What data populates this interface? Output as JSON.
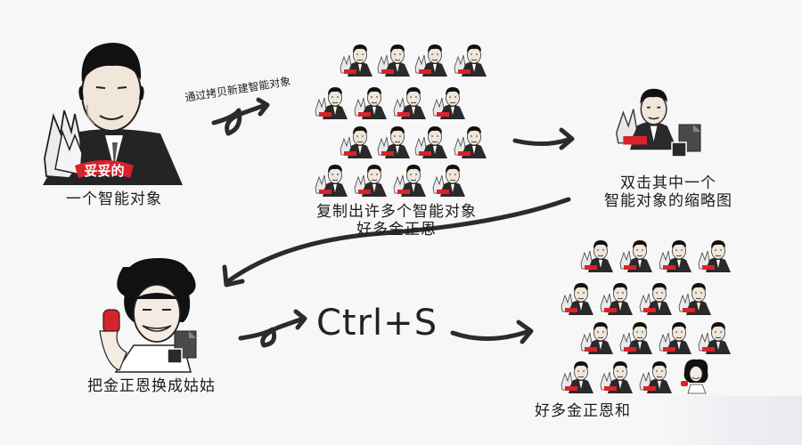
{
  "labels": {
    "single": "一个智能对象",
    "copy_note": "通过拷贝新建智能对象",
    "copies_line1": "复制出许多个智能对象",
    "copies_line2": "好多金正恩",
    "dblclick_line1": "双击其中一个",
    "dblclick_line2": "智能对象的缩略图",
    "replace": "把金正恩换成姑姑",
    "shortcut": "Ctrl+S",
    "result": "好多金正恩和"
  },
  "sticker_caption": "妥妥的",
  "colors": {
    "ink": "#222222",
    "accent": "#d8232a",
    "background": "#f7f7f7"
  },
  "icons": [
    "meme-portrait-icon",
    "smart-object-badge-icon",
    "curved-arrow-icon"
  ]
}
